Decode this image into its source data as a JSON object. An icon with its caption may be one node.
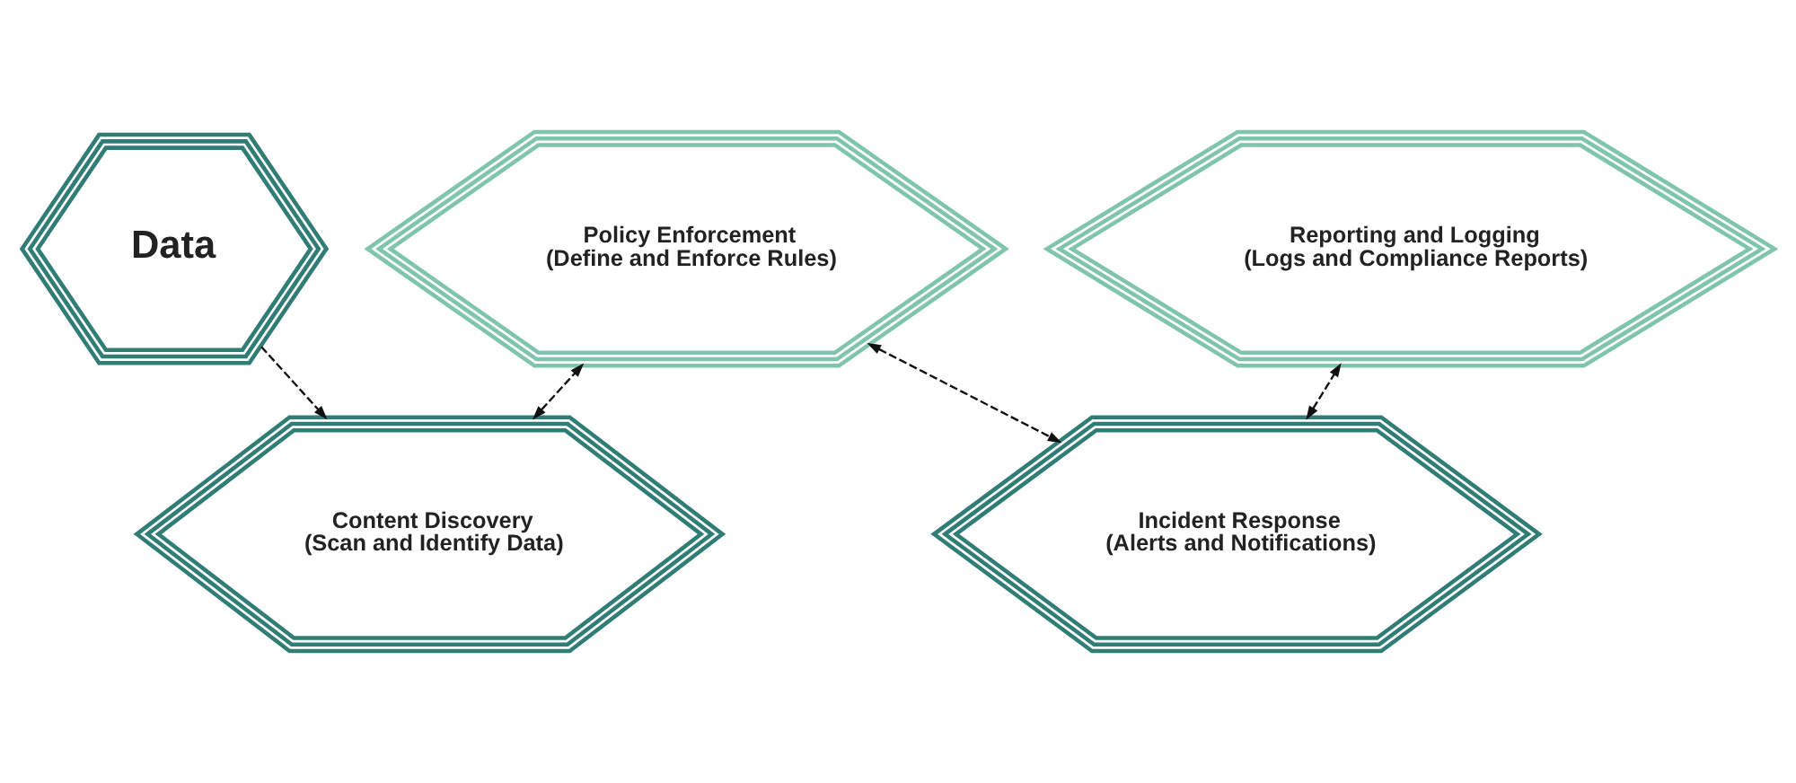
{
  "diagram": {
    "nodes": [
      {
        "text": [
          "Data"
        ]
      },
      {
        "text": [
          "Content Discovery",
          "(Scan and Identify Data)"
        ]
      },
      {
        "text": [
          "Policy Enforcement",
          "(Define and Enforce Rules)"
        ]
      },
      {
        "text": [
          "Incident Response",
          "(Alerts and Notifications)"
        ]
      },
      {
        "text": [
          "Reporting and Logging",
          "(Logs and Compliance Reports)"
        ]
      }
    ],
    "edges": [
      {
        "from": 0,
        "to": 1,
        "arrow": "to",
        "style": "dashed"
      },
      {
        "from": 1,
        "to": 2,
        "arrow": "both",
        "style": "dashed"
      },
      {
        "from": 2,
        "to": 3,
        "arrow": "both",
        "style": "dashed"
      },
      {
        "from": 3,
        "to": 4,
        "arrow": "both",
        "style": "dashed"
      }
    ]
  }
}
